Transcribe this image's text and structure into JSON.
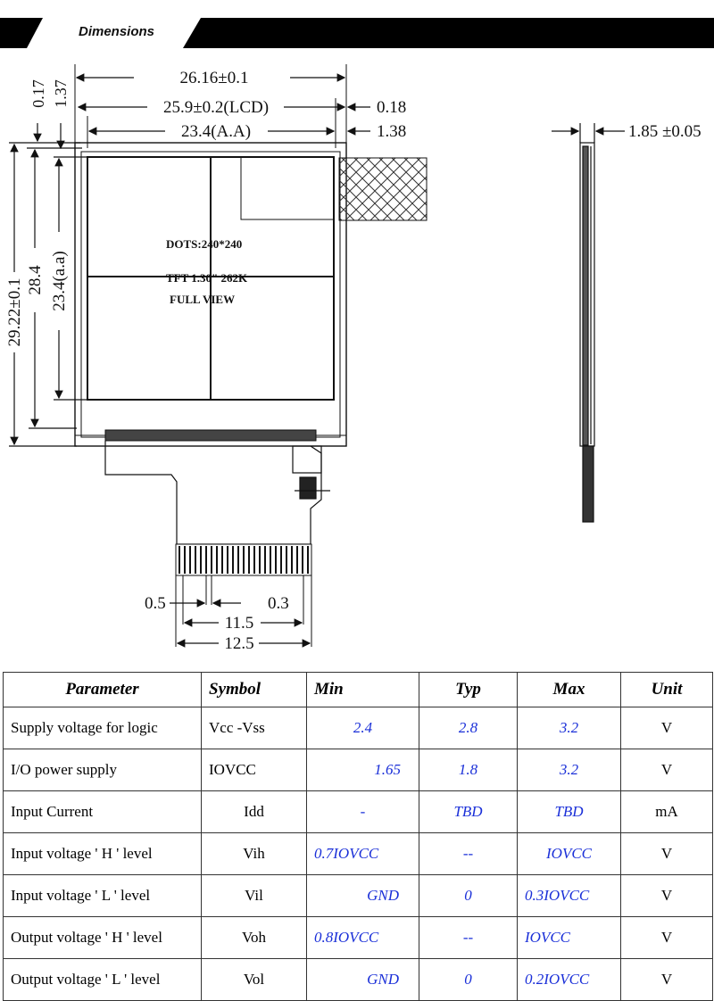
{
  "header": {
    "title": "Dimensions"
  },
  "drawing": {
    "dims": {
      "overall_width": "26.16±0.1",
      "lcd_width": "25.9±0.2(LCD)",
      "aa_width": "23.4(A.A)",
      "right_offset_1": "0.18",
      "right_offset_2": "1.38",
      "top_offset_1": "0.17",
      "top_offset_2": "1.37",
      "overall_height": "29.22±0.1",
      "lcd_height": "28.4",
      "aa_height": "23.4(a.a)",
      "thickness": "1.85 ±0.05",
      "pin_pitch_a": "0.5",
      "pin_pitch_b": "0.3",
      "fpc_pins_width": "11.5",
      "fpc_width": "12.5"
    },
    "screen_text": {
      "dots": "DOTS:240*240",
      "tft": "TFT 1.30\" 262K",
      "view": "FULL VIEW"
    }
  },
  "table": {
    "headers": [
      "Parameter",
      "Symbol",
      "Min",
      "Typ",
      "Max",
      "Unit"
    ],
    "rows": [
      {
        "parameter": "Supply voltage for logic",
        "symbol": "Vcc -Vss",
        "min": "2.4",
        "typ": "2.8",
        "max": "3.2",
        "unit": "V"
      },
      {
        "parameter": "I/O power supply",
        "symbol": "IOVCC",
        "min": "1.65",
        "typ": "1.8",
        "max": "3.2",
        "unit": "V"
      },
      {
        "parameter": "Input Current",
        "symbol": "Idd",
        "min": "-",
        "typ": "TBD",
        "max": "TBD",
        "unit": "mA"
      },
      {
        "parameter": "Input voltage ' H ' level",
        "symbol": "Vih",
        "min": "0.7IOVCC",
        "typ": "--",
        "max": "IOVCC",
        "unit": "V"
      },
      {
        "parameter": "Input voltage ' L ' level",
        "symbol": "Vil",
        "min": "GND",
        "typ": "0",
        "max": "0.3IOVCC",
        "unit": "V"
      },
      {
        "parameter": "Output voltage ' H ' level",
        "symbol": "Voh",
        "min": "0.8IOVCC",
        "typ": "--",
        "max": "IOVCC",
        "unit": "V"
      },
      {
        "parameter": "Output voltage ' L ' level",
        "symbol": "Vol",
        "min": "GND",
        "typ": "0",
        "max": "0.2IOVCC",
        "unit": "V"
      }
    ]
  }
}
